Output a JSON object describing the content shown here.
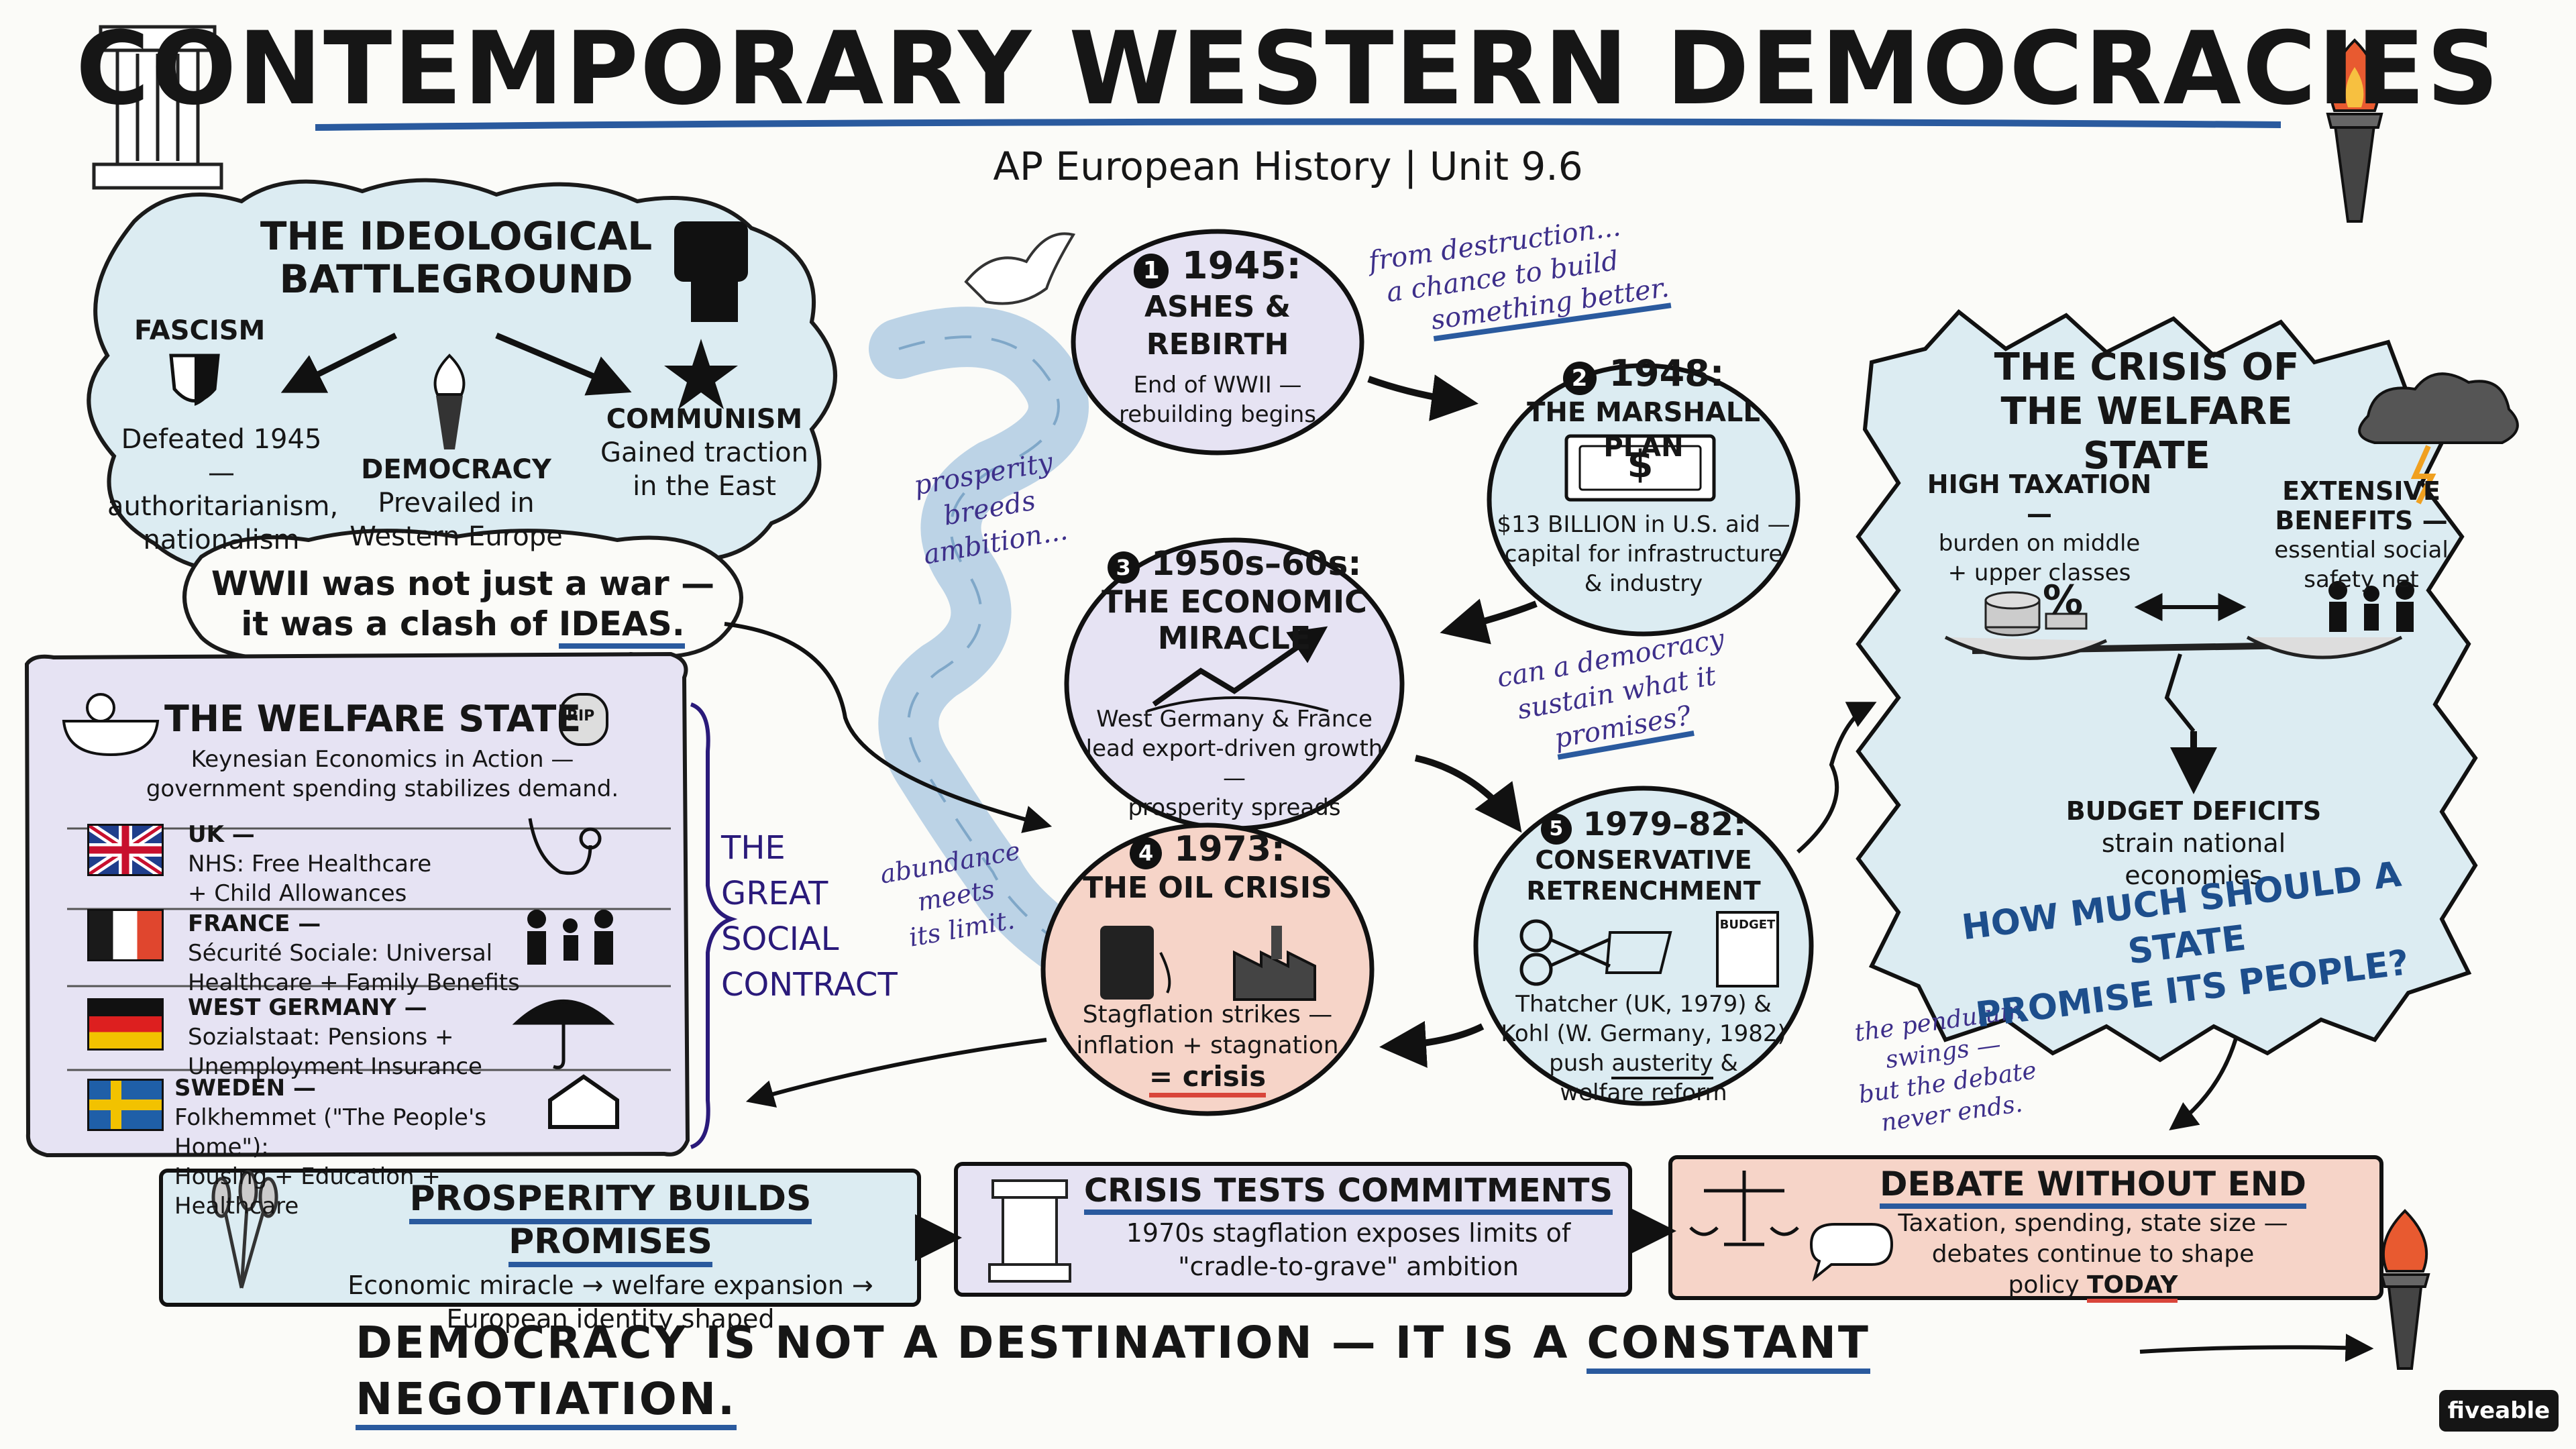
{
  "header": {
    "title": "CONTEMPORARY WESTERN DEMOCRACIES",
    "subtitle": "AP European History | Unit 9.6"
  },
  "ideological": {
    "title_line1": "THE IDEOLOGICAL",
    "title_line2": "BATTLEGROUND",
    "fascism_label": "FASCISM",
    "fascism_desc1": "Defeated 1945 —",
    "fascism_desc2": "authoritarianism,",
    "fascism_desc3": "nationalism",
    "democracy_label": "DEMOCRACY",
    "democracy_desc1": "Prevailed in",
    "democracy_desc2": "Western Europe",
    "communism_label": "COMMUNISM",
    "communism_desc1": "Gained traction",
    "communism_desc2": "in the East",
    "callout_line1": "WWII was not just a war —",
    "callout_line2_a": "it was a clash of",
    "callout_line2_b": "IDEAS."
  },
  "welfare": {
    "title": "THE WELFARE STATE",
    "rip": "RIP",
    "desc1": "Keynesian Economics in Action —",
    "desc2": "government spending stabilizes demand.",
    "countries": [
      {
        "name": "UK —",
        "line1": "NHS: Free Healthcare",
        "line2": "+ Child Allowances"
      },
      {
        "name": "FRANCE —",
        "line1": "Sécurité Sociale: Universal",
        "line2": "Healthcare + Family Benefits"
      },
      {
        "name": "WEST GERMANY —",
        "line1": "Sozialstaat: Pensions +",
        "line2": "Unemployment Insurance"
      },
      {
        "name": "SWEDEN —",
        "line1": "Folkhemmet (\"The People's Home\"):",
        "line2": "Housing + Education + Healthcare"
      }
    ],
    "side_label": [
      "THE",
      "GREAT",
      "SOCIAL",
      "CONTRACT"
    ]
  },
  "timeline": [
    {
      "num": "1",
      "year": "1945:",
      "title": "ASHES & REBIRTH",
      "l1": "End of WWII —",
      "l2": "rebuilding begins",
      "l3": ""
    },
    {
      "num": "2",
      "year": "1948:",
      "title": "THE MARSHALL PLAN",
      "l1": "$13 BILLION in U.S. aid —",
      "l2": "capital for infrastructure",
      "l3": "& industry"
    },
    {
      "num": "3",
      "year": "1950s–60s:",
      "title": "THE ECONOMIC",
      "title2": "MIRACLE",
      "l1": "West Germany & France",
      "l2": "lead export-driven growth —",
      "l3": "prosperity spreads"
    },
    {
      "num": "4",
      "year": "1973:",
      "title": "THE OIL CRISIS",
      "l1": "Stagflation strikes —",
      "l2": "inflation + stagnation",
      "l3": "= crisis"
    },
    {
      "num": "5",
      "year": "1979–82:",
      "title": "CONSERVATIVE",
      "title2": "RETRENCHMENT",
      "l1": "Thatcher (UK, 1979) &",
      "l2": "Kohl (W. Germany, 1982)",
      "l3a": "push",
      "l3b": "austerity",
      "l3c": "&",
      "l4": "welfare reform"
    }
  ],
  "icons_text": {
    "dollar": "$",
    "budget": "BUDGET",
    "percent": "%"
  },
  "notes": {
    "destruction": [
      "from destruction...",
      "a chance to build",
      "something better."
    ],
    "prosperity": [
      "prosperity",
      "breeds",
      "ambition..."
    ],
    "sustain": [
      "can a democracy",
      "sustain what it",
      "promises?"
    ],
    "abundance": [
      "abundance",
      "meets",
      "its limit."
    ],
    "pendulum": [
      "the pendulum",
      "swings —",
      "but the debate",
      "never ends."
    ]
  },
  "crisis": {
    "title1": "THE CRISIS OF",
    "title2": "THE WELFARE STATE",
    "tax_label": "HIGH TAXATION —",
    "tax_l1": "burden on middle",
    "tax_l2": "+ upper classes",
    "ben_label": "EXTENSIVE BENEFITS —",
    "ben_l1": "essential social",
    "ben_l2": "safety net",
    "deficit_label": "BUDGET DEFICITS",
    "deficit_l1": "strain national",
    "deficit_l2": "economies",
    "question1": "HOW MUCH SHOULD A STATE",
    "question2": "PROMISE ITS PEOPLE?"
  },
  "bottom": {
    "box1_title": "PROSPERITY BUILDS PROMISES",
    "box1_l1": "Economic miracle → welfare expansion →",
    "box1_l2": "European identity shaped",
    "box2_title": "CRISIS TESTS COMMITMENTS",
    "box2_l1": "1970s stagflation exposes limits of",
    "box2_l2": "\"cradle-to-grave\" ambition",
    "box3_title": "DEBATE WITHOUT END",
    "box3_l1": "Taxation, spending, state size —",
    "box3_l2": "debates continue to shape",
    "box3_l3a": "policy",
    "box3_l3b": "TODAY",
    "footer_a": "DEMOCRACY IS NOT A DESTINATION — IT IS A",
    "footer_b": "CONSTANT NEGOTIATION."
  },
  "brand": "fiveable",
  "colors": {
    "blue_fill": "#dcecf2",
    "lavender_fill": "#e6e3f3",
    "salmon_fill": "#f6d4c8",
    "accent_blue": "#2a5a9e",
    "note_purple": "#3d2f8a",
    "red_underline": "#d9453a"
  }
}
